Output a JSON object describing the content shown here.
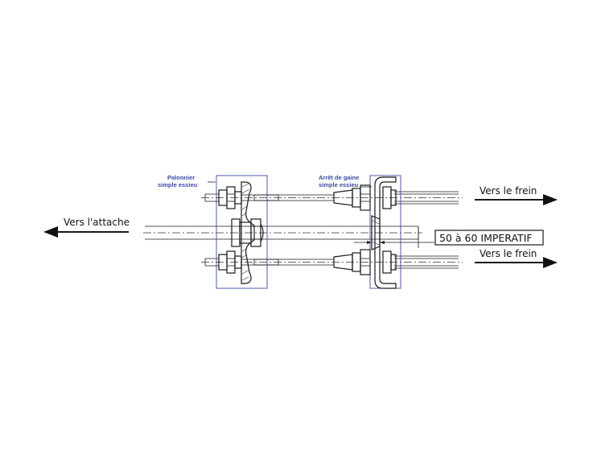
{
  "labels": {
    "palonnier_line1": "Palonnier",
    "palonnier_line2": "simple essieu",
    "arret_line1": "Arrêt de gaine",
    "arret_line2": "simple essieu",
    "vers_attache": "Vers l'attache",
    "vers_frein_top": "Vers le frein",
    "vers_frein_bottom": "Vers le frein",
    "imperatif": "50 à 60 IMPERATIF"
  },
  "colors": {
    "label_blue": "#3a4aa8",
    "line": "#1a1a1a"
  }
}
